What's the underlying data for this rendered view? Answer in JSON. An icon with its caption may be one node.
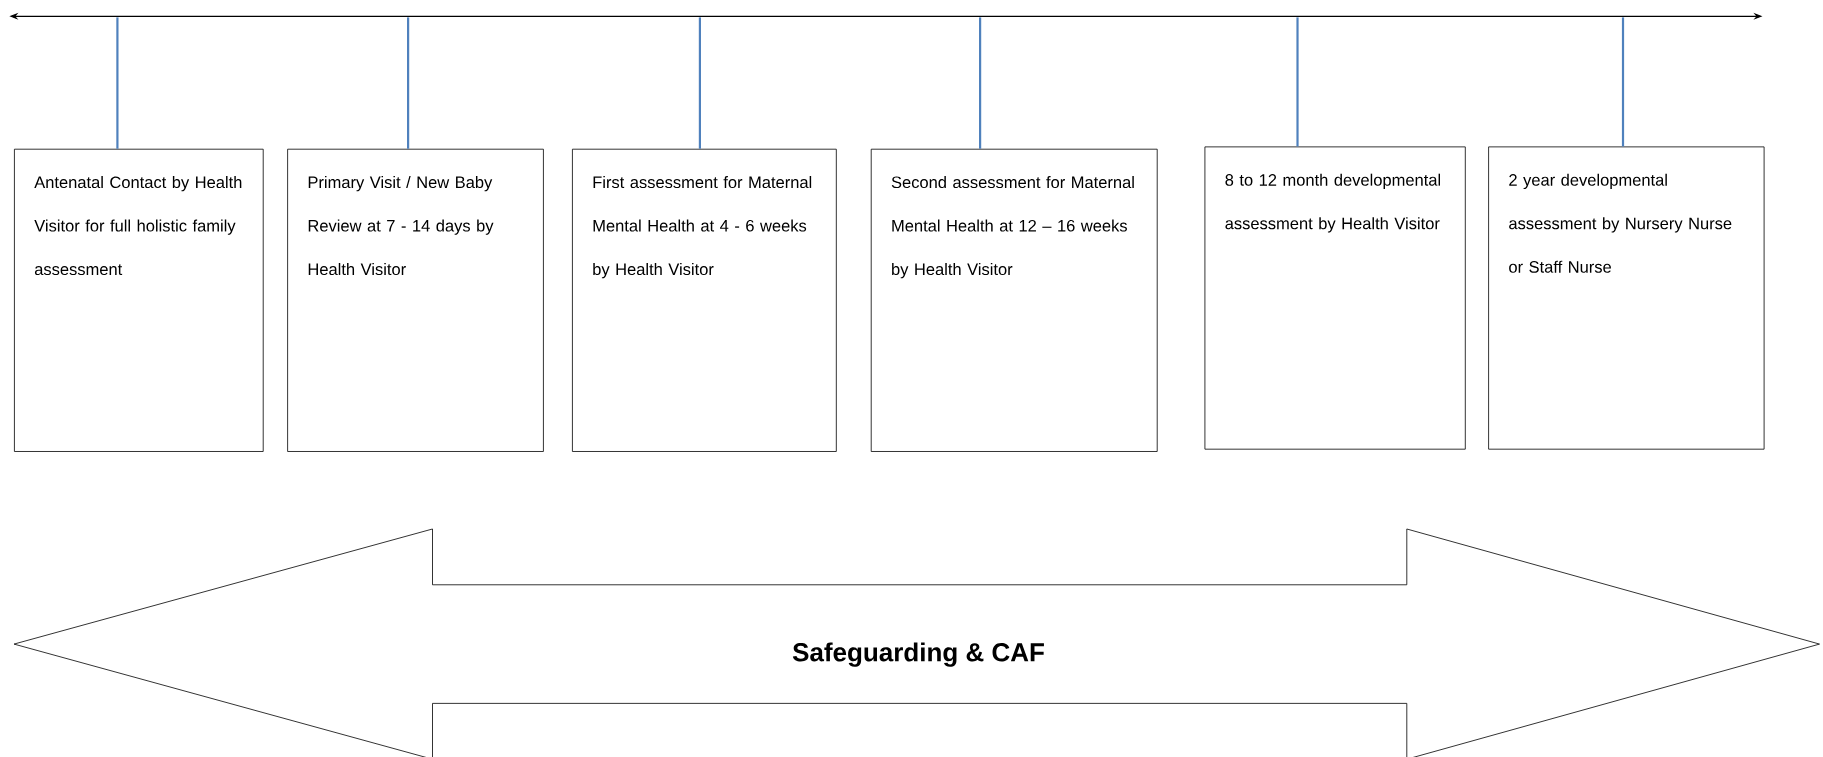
{
  "diagram": {
    "nodes": [
      {
        "text": [
          "Antenatal Contact by Health Visitor for full holistic family assessment"
        ]
      },
      {
        "text": [
          "Primary Visit / New Baby Review at 7 - 14 days by Health Visitor"
        ]
      },
      {
        "text": [
          "First assessment for Maternal Mental Health at 4 - 6 weeks by Health Visitor"
        ]
      },
      {
        "text": [
          "Second assessment for Maternal Mental Health at 12 – 16 weeks by Health Visitor"
        ]
      },
      {
        "text": [
          "8 to 12 month developmental assessment by Health Visitor"
        ]
      },
      {
        "text": [
          "2 year developmental assessment by Nursery Nurse or Staff Nurse"
        ]
      },
      {
        "text": [
          "Safeguarding & CAF"
        ]
      }
    ],
    "edges": [
      {
        "from": null,
        "to": 0,
        "arrow": "none"
      },
      {
        "from": null,
        "to": 1,
        "arrow": "none"
      },
      {
        "from": null,
        "to": 2,
        "arrow": "none"
      },
      {
        "from": null,
        "to": 3,
        "arrow": "none"
      },
      {
        "from": null,
        "to": 4,
        "arrow": "none"
      },
      {
        "from": null,
        "to": 5,
        "arrow": "none"
      }
    ]
  }
}
